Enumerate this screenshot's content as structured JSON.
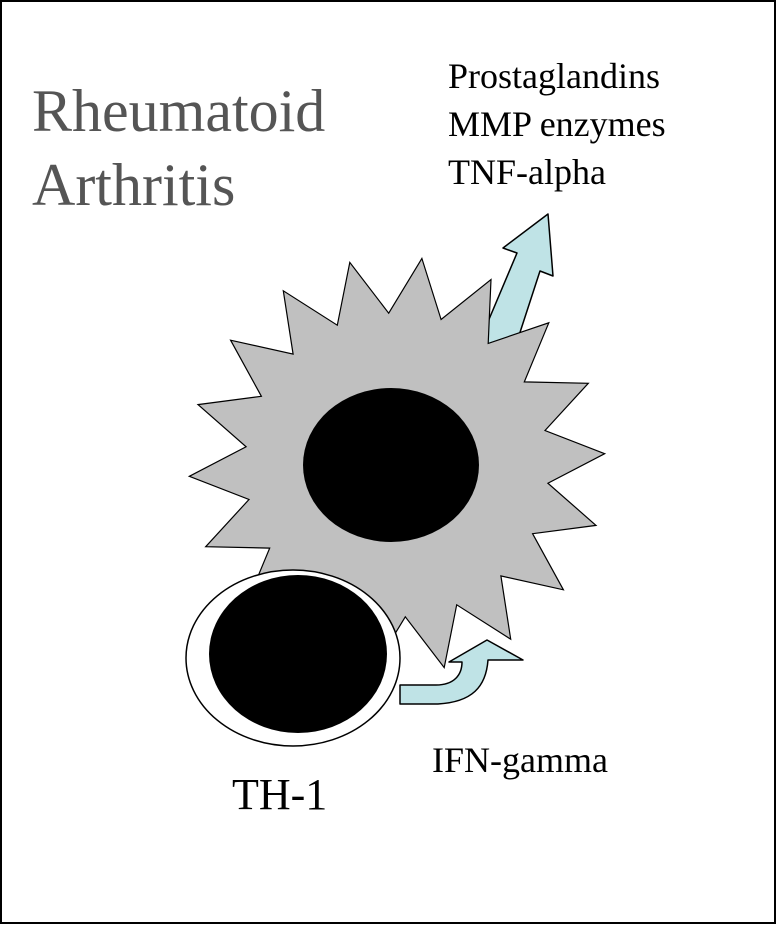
{
  "title": {
    "line1": "Rheumatoid",
    "line2": "Arthritis"
  },
  "products": [
    "Prostaglandins",
    "MMP enzymes",
    "TNF-alpha"
  ],
  "th1_label": "TH-1",
  "ifn_label": "IFN-gamma",
  "colors": {
    "border": "#000000",
    "title_text": "#555555",
    "macrophage_fill": "#c0c0c0",
    "nucleus_fill": "#000000",
    "arrow_fill": "#bfe3e6",
    "t_cell_fill": "#ffffff"
  }
}
